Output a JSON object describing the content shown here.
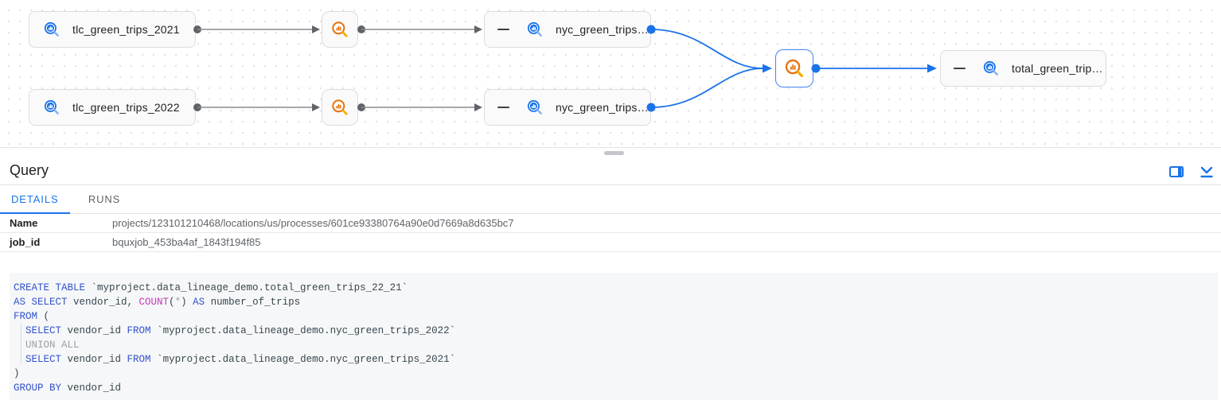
{
  "graph": {
    "nodes": {
      "tlc2021": {
        "label": "tlc_green_trips_2021",
        "type": "bigquery-table"
      },
      "tlc2022": {
        "label": "tlc_green_trips_2022",
        "type": "bigquery-table"
      },
      "nyc1": {
        "label": "nyc_green_trips…",
        "type": "bigquery-table",
        "collapsible": true
      },
      "nyc2": {
        "label": "nyc_green_trips…",
        "type": "bigquery-table",
        "collapsible": true
      },
      "total": {
        "label": "total_green_trip…",
        "type": "bigquery-table",
        "collapsible": true
      }
    },
    "process_nodes": [
      {
        "id": "process-1",
        "icon": "query-process-icon"
      },
      {
        "id": "process-2",
        "icon": "query-process-icon"
      },
      {
        "id": "process-selected",
        "icon": "query-process-icon",
        "selected": true
      }
    ]
  },
  "panel": {
    "title": "Query",
    "actions": [
      {
        "name": "open-side-panel",
        "icon": "split-view-icon"
      },
      {
        "name": "collapse-panel",
        "icon": "collapse-icon"
      }
    ],
    "tabs": [
      {
        "label": "DETAILS",
        "active": true
      },
      {
        "label": "RUNS",
        "active": false
      }
    ],
    "details": [
      {
        "key": "Name",
        "value": "projects/123101210468/locations/us/processes/601ce93380764a90e0d7669a8d635bc7"
      },
      {
        "key": "job_id",
        "value": "bquxjob_453ba4af_1843f194f85"
      }
    ]
  },
  "code": {
    "language": "sql",
    "lines": [
      [
        [
          "k",
          "CREATE TABLE"
        ],
        [
          "p",
          " `myproject.data_lineage_demo.total_green_trips_22_21`"
        ]
      ],
      [
        [
          "k",
          "AS SELECT"
        ],
        [
          "p",
          " vendor_id, "
        ],
        [
          "f",
          "COUNT"
        ],
        [
          "p",
          "("
        ],
        [
          "g",
          "*"
        ],
        [
          "p",
          ") "
        ],
        [
          "k",
          "AS"
        ],
        [
          "p",
          " number_of_trips"
        ]
      ],
      [
        [
          "k",
          "FROM"
        ],
        [
          "p",
          " ("
        ]
      ],
      [
        [
          "p",
          "  "
        ],
        [
          "k",
          "SELECT"
        ],
        [
          "p",
          " vendor_id "
        ],
        [
          "k",
          "FROM"
        ],
        [
          "p",
          " `myproject.data_lineage_demo.nyc_green_trips_2022`"
        ]
      ],
      [
        [
          "p",
          "  "
        ],
        [
          "g",
          "UNION ALL"
        ]
      ],
      [
        [
          "p",
          "  "
        ],
        [
          "k",
          "SELECT"
        ],
        [
          "p",
          " vendor_id "
        ],
        [
          "k",
          "FROM"
        ],
        [
          "p",
          " `myproject.data_lineage_demo.nyc_green_trips_2021`"
        ]
      ],
      [
        [
          "p",
          ")"
        ]
      ],
      [
        [
          "k",
          "GROUP BY"
        ],
        [
          "p",
          " vendor_id"
        ]
      ]
    ]
  },
  "colors": {
    "accent_blue": "#1a73e8",
    "selected_border_blue": "#4285f4",
    "process_orange": "#e8710a",
    "process_handle_orange": "#f9ab00",
    "table_icon_blue": "#1a73e8",
    "table_icon_handle_blue": "#8ab4f8",
    "edge_gray": "#8a8a8a",
    "keyword_blue": "#3352cc",
    "function_magenta": "#c636c1",
    "muted_gray": "#9aa0a6"
  }
}
